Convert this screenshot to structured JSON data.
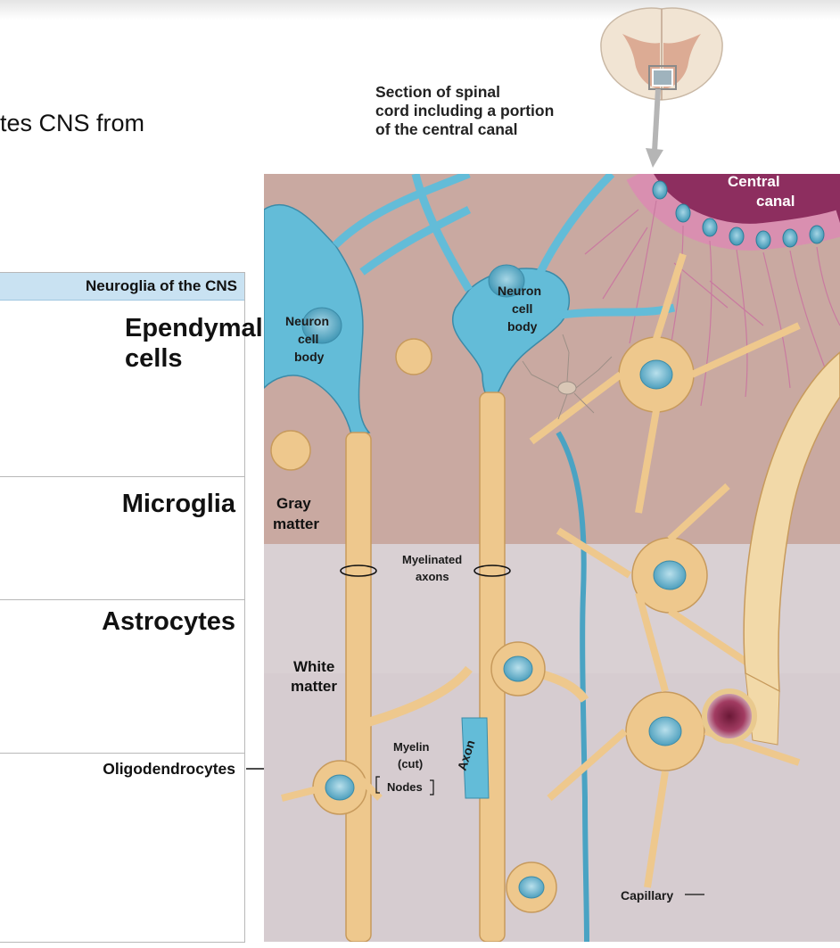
{
  "slide": {
    "partial_text": "tes CNS from"
  },
  "section_caption": {
    "line1": "Section of spinal",
    "line2": "cord including a portion",
    "line3": "of the central canal"
  },
  "table": {
    "header": "Neuroglia of the CNS",
    "rows": [
      {
        "label_line1": "Ependymal",
        "label_line2": "cells"
      },
      {
        "label_line1": "Microglia"
      },
      {
        "label_line1": "Astrocytes"
      },
      {
        "label_line1": "Oligodendrocytes"
      }
    ]
  },
  "figure_labels": {
    "central_canal_1": "Central",
    "central_canal_2": "canal",
    "neuron_left_1": "Neuron",
    "neuron_left_2": "cell",
    "neuron_left_3": "body",
    "neuron_center_1": "Neuron",
    "neuron_center_2": "cell",
    "neuron_center_3": "body",
    "gray_matter_1": "Gray",
    "gray_matter_2": "matter",
    "myelinated_1": "Myelinated",
    "myelinated_2": "axons",
    "white_matter_1": "White",
    "white_matter_2": "matter",
    "myelin_1": "Myelin",
    "myelin_2": "(cut)",
    "axon": "Axon",
    "nodes": "Nodes",
    "capillary": "Capillary"
  },
  "colors": {
    "table_header_bg": "#c9e2f2",
    "gray_matter_bg": "#c9a9a1",
    "white_matter_bg": "#d9d0d3",
    "astrocyte": "#eec88d",
    "neuron": "#63bcd8",
    "ependymal": "#d98fb0"
  }
}
